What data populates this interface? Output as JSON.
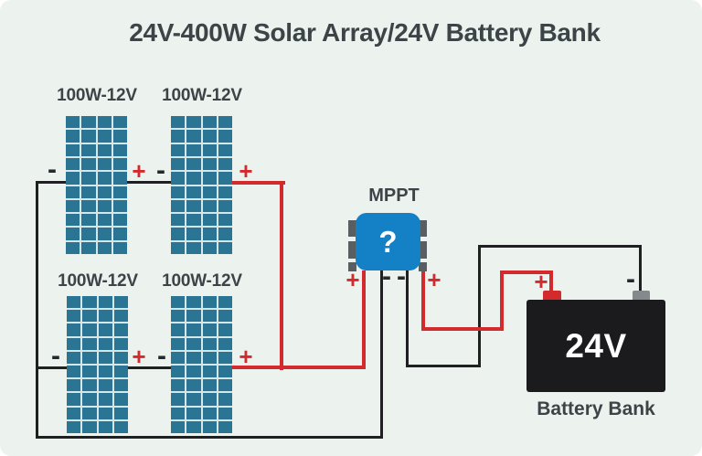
{
  "title": "24V-400W Solar Array/24V Battery Bank",
  "colors": {
    "background": "#ecf2ee",
    "text": "#3d4447",
    "panel-teal": "#2a7494",
    "panel-line": "#d6e7ea",
    "wire-black": "#1e2022",
    "wire-red": "#d32a2e",
    "mppt-blue": "#1480c6",
    "tab-gray": "#595e62",
    "battery-black": "#1b1b1d",
    "terminal-gray": "#85898b"
  },
  "panel_grid": {
    "rows": 10,
    "cols": 4
  },
  "panels": [
    {
      "label": "100W-12V",
      "neg_sign": "-",
      "pos_sign": "+"
    },
    {
      "label": "100W-12V",
      "neg_sign": "-",
      "pos_sign": "+"
    },
    {
      "label": "100W-12V",
      "neg_sign": "-",
      "pos_sign": "+"
    },
    {
      "label": "100W-12V",
      "neg_sign": "-",
      "pos_sign": "+"
    }
  ],
  "mppt": {
    "label": "MPPT",
    "screen_text": "?",
    "pv_pos_sign": "+",
    "pv_neg_sign": "-",
    "bat_neg_sign": "-",
    "bat_pos_sign": "+"
  },
  "battery": {
    "voltage": "24V",
    "caption": "Battery Bank",
    "pos_sign": "+",
    "neg_sign": "-"
  }
}
